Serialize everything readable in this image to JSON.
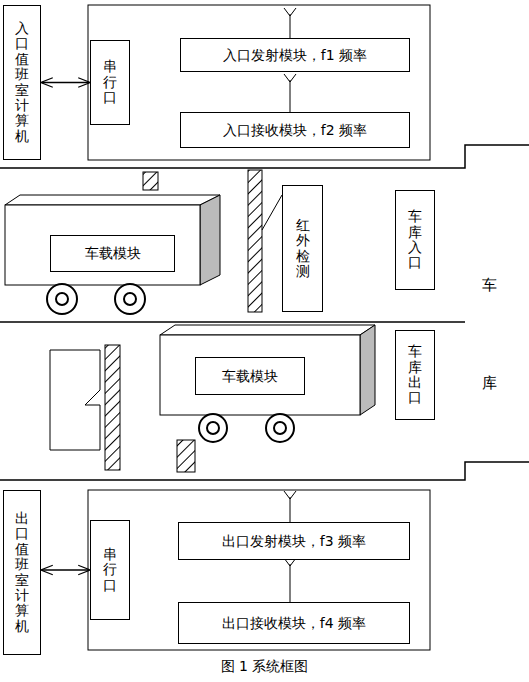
{
  "diagram": {
    "caption": "图 1 系统框图",
    "nodes": [
      {
        "text": [
          "入口值班室计算机"
        ]
      },
      {
        "text": [
          "串行口"
        ]
      },
      {
        "text": [
          "入口发射模块，f1 频率"
        ]
      },
      {
        "text": [
          "入口接收模块，f2 频率"
        ]
      },
      {
        "text": [
          "车载模块"
        ]
      },
      {
        "text": [
          "红外检测"
        ]
      },
      {
        "text": [
          "车库入口"
        ]
      },
      {
        "text": [
          "车载模块"
        ]
      },
      {
        "text": [
          "车库出口"
        ]
      },
      {
        "text": [
          "出口值班室计算机"
        ]
      },
      {
        "text": [
          "串行口"
        ]
      },
      {
        "text": [
          "出口发射模块，f3 频率"
        ]
      },
      {
        "text": [
          "出口接收模块，f4 频率"
        ]
      }
    ],
    "edges": [
      {
        "from": 0,
        "to": 1,
        "arrow": "both"
      },
      {
        "from": 9,
        "to": 10,
        "arrow": "both"
      }
    ],
    "labels": [
      "车",
      "库"
    ]
  }
}
